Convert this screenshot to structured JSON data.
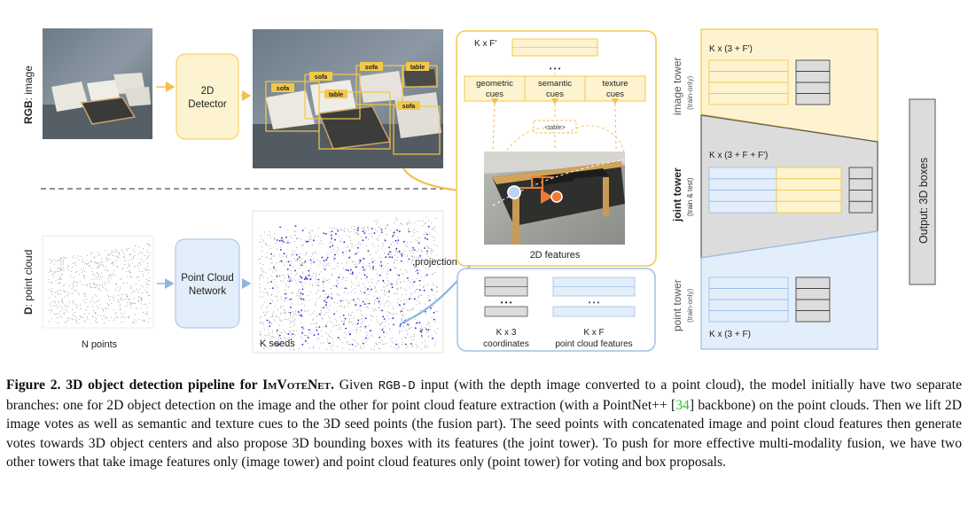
{
  "branches": {
    "rgb_label_bold": "RGB",
    "rgb_label_rest": ": image",
    "pc_label_bold": "D",
    "pc_label_rest": ": point cloud"
  },
  "detector": {
    "line1": "2D",
    "line2": "Detector"
  },
  "pcnet": {
    "line1": "Point Cloud",
    "line2": "Network"
  },
  "scene_boxes": [
    "sofa",
    "sofa",
    "sofa",
    "table",
    "table",
    "sofa"
  ],
  "pc_labels": {
    "n_points": "N points",
    "k_seeds": "K seeds",
    "projection": "projection"
  },
  "features2d": {
    "top_label": "K x F'",
    "dots": "• • •",
    "cues": [
      {
        "line1": "geometric",
        "line2": "cues"
      },
      {
        "line1": "semantic",
        "line2": "cues"
      },
      {
        "line1": "texture",
        "line2": "cues"
      }
    ],
    "small_tag": "<table>",
    "label": "2D features"
  },
  "seed_features": {
    "dots": "• • •",
    "coords_line1": "K x 3",
    "coords_line2": "coordinates",
    "feat_line1": "K x F",
    "feat_line2": "point cloud features"
  },
  "towers": {
    "image": {
      "name": "image tower",
      "sub": "(train-only)",
      "dims": "K x (3 + F')"
    },
    "joint": {
      "name": "joint tower",
      "sub": "(train & test)",
      "dims": "K x (3 + F + F')"
    },
    "point": {
      "name": "point tower",
      "sub": "(train-only)",
      "dims": "K x (3 + F)"
    }
  },
  "output": {
    "label": "Output: 3D boxes"
  },
  "caption": {
    "fig": "Figure 2.",
    "title_pre": "3D object detection pipeline for ",
    "title_sc": "ImVoteNet",
    "title_post": ".",
    "t1": " Given ",
    "mono": "RGB-D",
    "t2": " input (with the depth image converted to a point cloud), the model initially have two separate branches: one for 2D object detection on the image and the other for point cloud feature extraction (with a PointNet++ [",
    "ref": "34",
    "t3": "] backbone) on the point clouds. Then we lift 2D image votes as well as semantic and texture cues to the 3D seed points (the fusion part). The seed points with concatenated image and point cloud features then generate votes towards 3D object centers and also propose 3D bounding boxes with its features (the joint tower). To push for more effective multi-modality fusion, we have two other towers that take image features only (image tower) and point cloud features only (point tower) for voting and box proposals."
  },
  "colors": {
    "yellow_fill": "#fdf3d0",
    "yellow_stroke": "#f2c84b",
    "blue_fill": "#e3eefb",
    "blue_stroke": "#9dc0e8",
    "gray_fill": "#dcdcdc",
    "arrow_yellow": "#f2c052",
    "arrow_blue": "#8fb6e0",
    "seed_blue": "#2b2bd0",
    "orange": "#f07a35"
  }
}
